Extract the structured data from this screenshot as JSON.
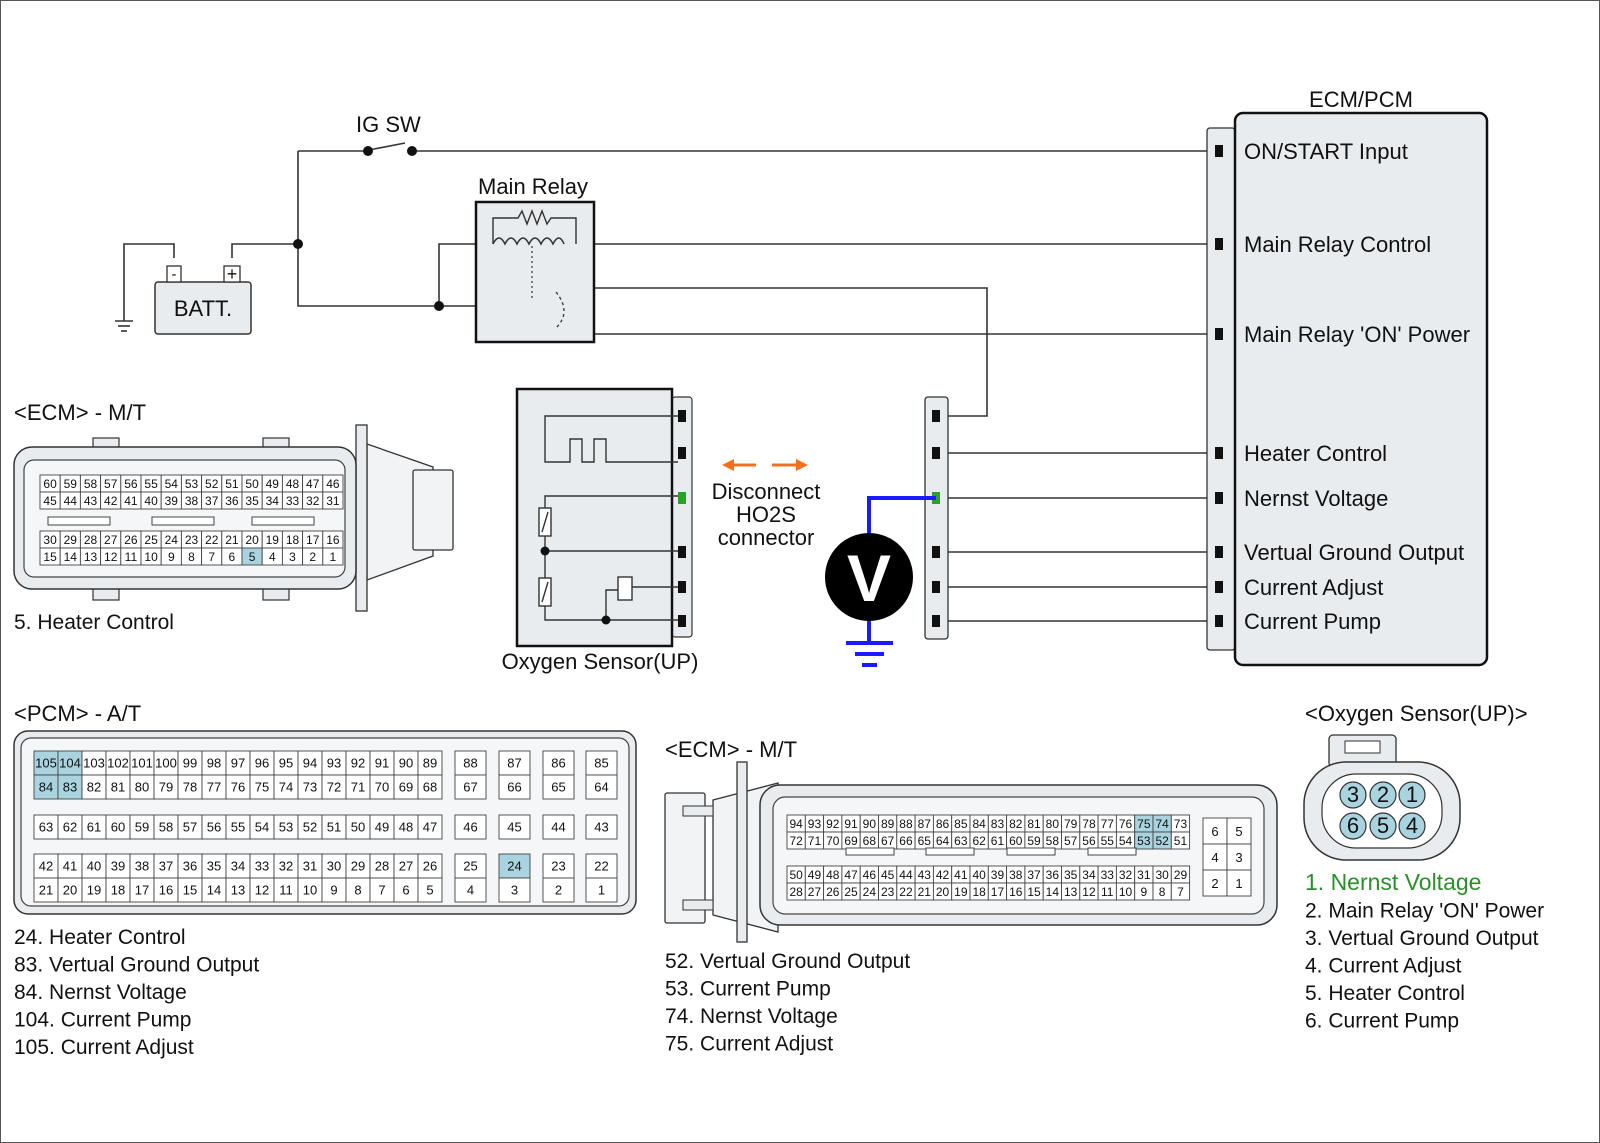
{
  "colors": {
    "wire": "#333333",
    "meter_lead": "#1a1aff",
    "arrow": "#f07020",
    "highlight_pin": "#a9d4df",
    "connector_fill": "#e8ecee",
    "active_terminal": "#2ca02c",
    "active_text": "#2a8f2a"
  },
  "labels": {
    "ig_sw": "IG SW",
    "main_relay": "Main Relay",
    "batt": "BATT.",
    "batt_minus": "-",
    "batt_plus": "+",
    "ecm_title": "ECM/PCM",
    "disconnect": [
      "Disconnect",
      "HO2S",
      "connector"
    ],
    "meter": "V",
    "o2_sensor": "Oxygen Sensor(UP)"
  },
  "ecm_terminals": [
    "ON/START Input",
    "Main Relay Control",
    "Main Relay 'ON' Power",
    "Heater Control",
    "Nernst Voltage",
    "Vertual Ground Output",
    "Current Adjust",
    "Current Pump"
  ],
  "ecm_mt_1": {
    "title": "<ECM> - M/T",
    "rows": [
      [
        "60",
        "59",
        "58",
        "57",
        "56",
        "55",
        "54",
        "53",
        "52",
        "51",
        "50",
        "49",
        "48",
        "47",
        "46"
      ],
      [
        "45",
        "44",
        "43",
        "42",
        "41",
        "40",
        "39",
        "38",
        "37",
        "36",
        "35",
        "34",
        "33",
        "32",
        "31"
      ],
      [
        "30",
        "29",
        "28",
        "27",
        "26",
        "25",
        "24",
        "23",
        "22",
        "21",
        "20",
        "19",
        "18",
        "17",
        "16"
      ],
      [
        "15",
        "14",
        "13",
        "12",
        "11",
        "10",
        "9",
        "8",
        "7",
        "6",
        "5",
        "4",
        "3",
        "2",
        "1"
      ]
    ],
    "highlight": [
      "5"
    ],
    "legend": [
      "5. Heater Control"
    ]
  },
  "pcm_at": {
    "title": "<PCM> - A/T",
    "main_rows": [
      [
        "105",
        "104",
        "103",
        "102",
        "101",
        "100",
        "99",
        "98",
        "97",
        "96",
        "95",
        "94",
        "93",
        "92",
        "91",
        "90",
        "89"
      ],
      [
        "84",
        "83",
        "82",
        "81",
        "80",
        "79",
        "78",
        "77",
        "76",
        "75",
        "74",
        "73",
        "72",
        "71",
        "70",
        "69",
        "68"
      ],
      [
        "63",
        "62",
        "61",
        "60",
        "59",
        "58",
        "57",
        "56",
        "55",
        "54",
        "53",
        "52",
        "51",
        "50",
        "49",
        "48",
        "47"
      ],
      [
        "42",
        "41",
        "40",
        "39",
        "38",
        "37",
        "36",
        "35",
        "34",
        "33",
        "32",
        "31",
        "30",
        "29",
        "28",
        "27",
        "26"
      ],
      [
        "21",
        "20",
        "19",
        "18",
        "17",
        "16",
        "15",
        "14",
        "13",
        "12",
        "11",
        "10",
        "9",
        "8",
        "7",
        "6",
        "5"
      ]
    ],
    "side_cols": [
      [
        "88",
        "67",
        "46",
        "25",
        "4"
      ],
      [
        "87",
        "66",
        "45",
        "24",
        "3"
      ],
      [
        "86",
        "65",
        "44",
        "23",
        "2"
      ],
      [
        "85",
        "64",
        "43",
        "22",
        "1"
      ]
    ],
    "highlight": [
      "105",
      "104",
      "84",
      "83",
      "24"
    ],
    "legend": [
      "24. Heater Control",
      "83. Vertual Ground Output",
      "84. Nernst Voltage",
      "104. Current Pump",
      "105. Current Adjust"
    ]
  },
  "ecm_mt_2": {
    "title": "<ECM> - M/T",
    "rows": [
      [
        "94",
        "93",
        "92",
        "91",
        "90",
        "89",
        "88",
        "87",
        "86",
        "85",
        "84",
        "83",
        "82",
        "81",
        "80",
        "79",
        "78",
        "77",
        "76",
        "75",
        "74",
        "73"
      ],
      [
        "72",
        "71",
        "70",
        "69",
        "68",
        "67",
        "66",
        "65",
        "64",
        "63",
        "62",
        "61",
        "60",
        "59",
        "58",
        "57",
        "56",
        "55",
        "54",
        "53",
        "52",
        "51"
      ],
      [
        "50",
        "49",
        "48",
        "47",
        "46",
        "45",
        "44",
        "43",
        "42",
        "41",
        "40",
        "39",
        "38",
        "37",
        "36",
        "35",
        "34",
        "33",
        "32",
        "31",
        "30",
        "29"
      ],
      [
        "28",
        "27",
        "26",
        "25",
        "24",
        "23",
        "22",
        "21",
        "20",
        "19",
        "18",
        "17",
        "16",
        "15",
        "14",
        "13",
        "12",
        "11",
        "10",
        "9",
        "8",
        "7"
      ]
    ],
    "side": [
      [
        "6",
        "5"
      ],
      [
        "4",
        "3"
      ],
      [
        "2",
        "1"
      ]
    ],
    "highlight": [
      "75",
      "74",
      "53",
      "52"
    ],
    "legend": [
      "52. Vertual Ground Output",
      "53. Current Pump",
      "74. Nernst Voltage",
      "75. Current Adjust"
    ]
  },
  "o2_connector": {
    "title": "<Oxygen Sensor(UP)>",
    "top_pins": [
      "3",
      "2",
      "1"
    ],
    "bottom_pins": [
      "6",
      "5",
      "4"
    ],
    "legend": [
      "1. Nernst Voltage",
      "2. Main Relay 'ON' Power",
      "3. Vertual Ground Output",
      "4. Current Adjust",
      "5. Heater Control",
      "6. Current Pump"
    ]
  }
}
